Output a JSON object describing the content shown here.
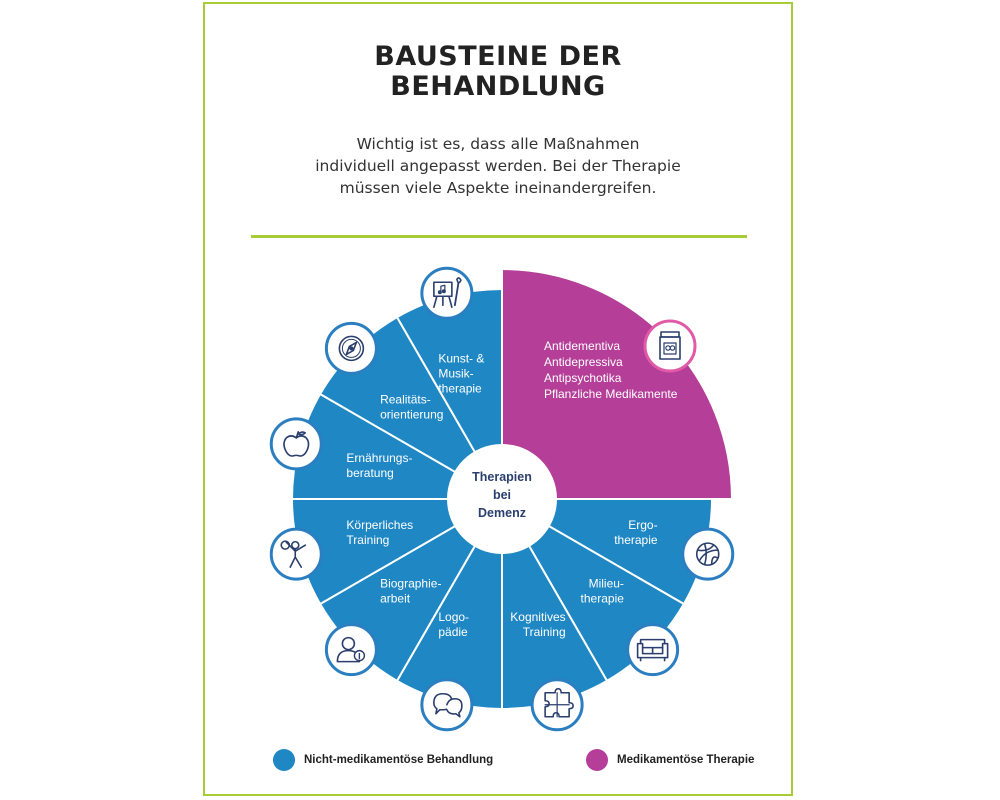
{
  "title_lines": [
    "BAUSTEINE DER",
    "BEHANDLUNG"
  ],
  "intro_lines": [
    "Wichtig ist es, dass alle Maßnahmen",
    "individuell angepasst werden. Bei der Therapie",
    "müssen viele Aspekte ineinandergreifen."
  ],
  "colors": {
    "frame": "#a8cc38",
    "non_medical": "#1f88c4",
    "medical": "#b53f98",
    "icon_ring_blue": "#2b7fc0",
    "icon_ring_pink": "#e05aa7",
    "icon_stroke": "#2a3f6e",
    "center_text": "#2a3f6e"
  },
  "center_lines": [
    "Therapien",
    "bei",
    "Demenz"
  ],
  "medical_segment": {
    "icon": "medicine-jar-icon",
    "lines": [
      "Antidementiva",
      "Antidepressiva",
      "Antipsychotika",
      "Pflanzliche Medikamente"
    ]
  },
  "segments": [
    {
      "id": "ergotherapie",
      "lines": [
        "Ergo-",
        "therapie"
      ],
      "icon": "yarn-ball-icon"
    },
    {
      "id": "milieutherapie",
      "lines": [
        "Milieu-",
        "therapie"
      ],
      "icon": "sofa-icon"
    },
    {
      "id": "kognitives-training",
      "lines": [
        "Kognitives",
        "Training"
      ],
      "icon": "puzzle-icon"
    },
    {
      "id": "logopaedie",
      "lines": [
        "Logo-",
        "pädie"
      ],
      "icon": "speech-bubbles-icon"
    },
    {
      "id": "biographiearbeit",
      "lines": [
        "Biographie-",
        "arbeit"
      ],
      "icon": "person-info-icon"
    },
    {
      "id": "koerperliches-training",
      "lines": [
        "Körperliches",
        "Training"
      ],
      "icon": "exercise-person-icon"
    },
    {
      "id": "ernaehrungsberatung",
      "lines": [
        "Ernährungs-",
        "beratung"
      ],
      "icon": "apple-icon"
    },
    {
      "id": "realitaetsorientierung",
      "lines": [
        "Realitäts-",
        "orientierung"
      ],
      "icon": "compass-icon"
    },
    {
      "id": "kunst-musiktherapie",
      "lines": [
        "Kunst- &",
        "Musik-",
        "therapie"
      ],
      "icon": "easel-icon"
    }
  ],
  "legend": [
    {
      "label": "Nicht-medikamentöse Behandlung",
      "color": "#1f88c4"
    },
    {
      "label": "Medikamentöse Therapie",
      "color": "#b53f98"
    }
  ]
}
